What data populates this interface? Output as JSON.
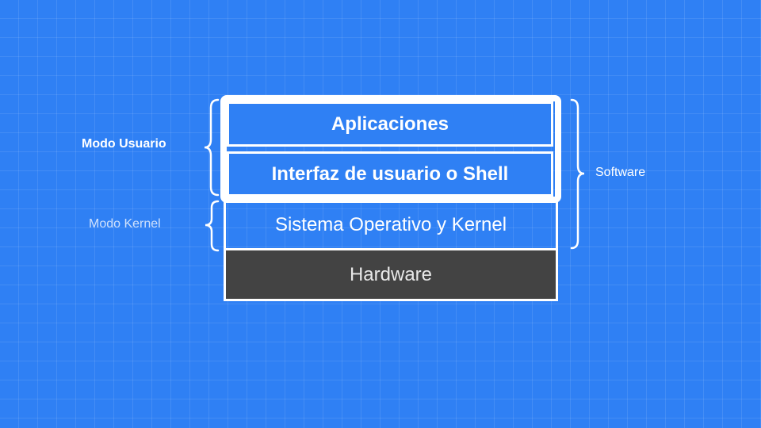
{
  "layers": {
    "applications": "Aplicaciones",
    "shell": "Interfaz de usuario o Shell",
    "kernel": "Sistema Operativo y Kernel",
    "hardware": "Hardware"
  },
  "labels": {
    "user_mode": "Modo Usuario",
    "kernel_mode": "Modo Kernel",
    "software": "Software"
  },
  "colors": {
    "background": "#2f80f4",
    "hardware": "#434343",
    "border": "#ffffff"
  }
}
